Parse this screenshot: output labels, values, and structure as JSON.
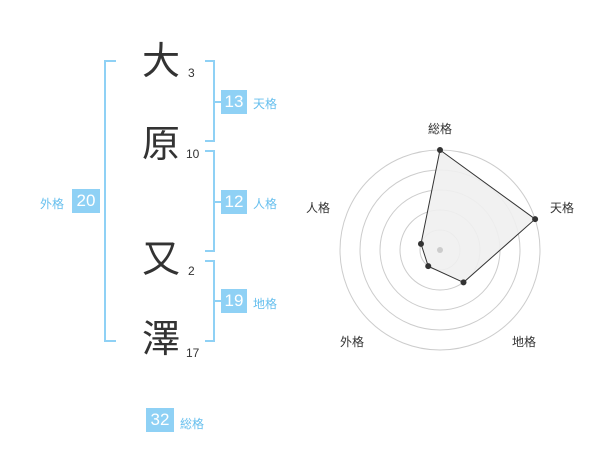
{
  "name": {
    "chars": [
      {
        "char": "大",
        "strokes": "3"
      },
      {
        "char": "原",
        "strokes": "10"
      },
      {
        "char": "又",
        "strokes": "2"
      },
      {
        "char": "澤",
        "strokes": "17"
      }
    ]
  },
  "fortunes": {
    "tenkaku": {
      "value": "13",
      "label": "天格"
    },
    "jinkaku": {
      "value": "12",
      "label": "人格"
    },
    "chikaku": {
      "value": "19",
      "label": "地格"
    },
    "gaikaku": {
      "value": "20",
      "label": "外格"
    },
    "soukaku": {
      "value": "32",
      "label": "総格"
    }
  },
  "radar": {
    "axes": [
      "総格",
      "天格",
      "地格",
      "外格",
      "人格"
    ],
    "levels": 5,
    "values": [
      5,
      5,
      2,
      1,
      1
    ],
    "colors": {
      "fill": "#f0f0f0",
      "stroke": "#333333",
      "grid": "#cccccc",
      "center": "#cccccc"
    }
  }
}
